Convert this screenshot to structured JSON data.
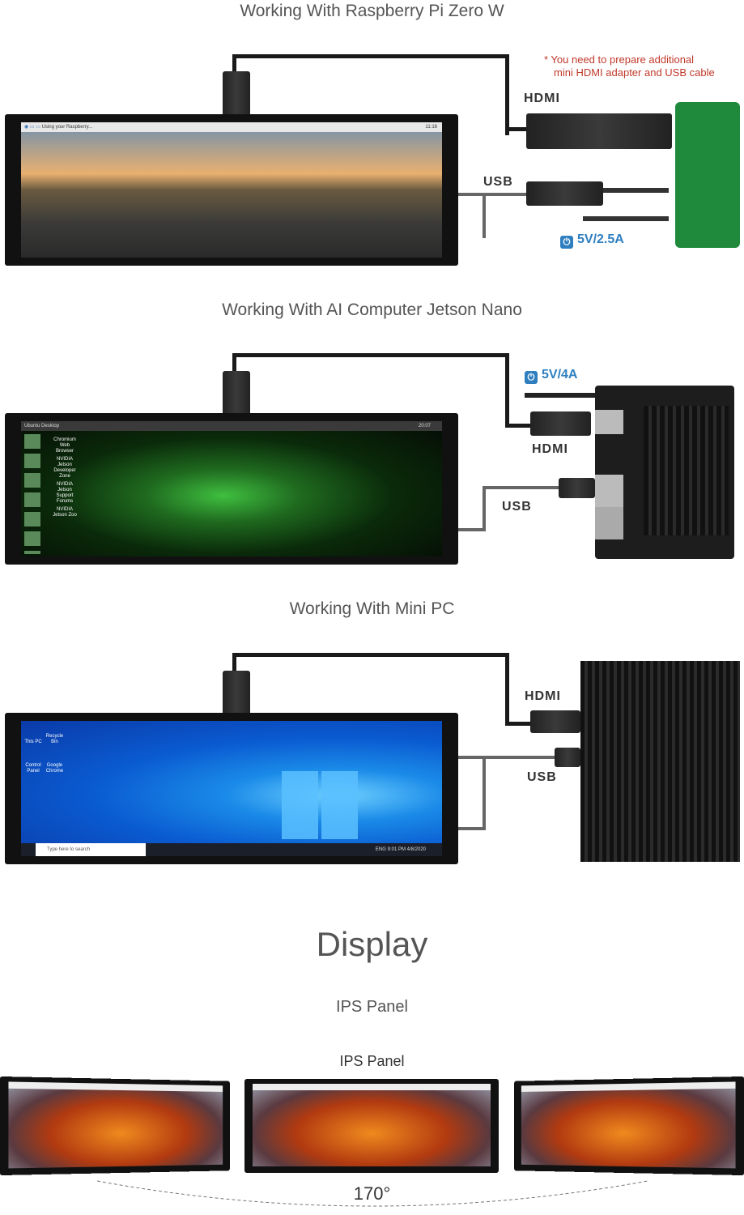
{
  "sections": [
    {
      "title": "Working With Raspberry Pi Zero W",
      "note_line1": "* You need to prepare additional",
      "note_line2": "mini HDMI adapter and USB cable",
      "hdmi": "HDMI",
      "usb": "USB",
      "power": "5V/2.5A",
      "power_icon": "power-icon",
      "screen": {
        "tab": "Using your Raspberry...",
        "time": "11:16"
      }
    },
    {
      "title": "Working With AI Computer Jetson Nano",
      "hdmi": "HDMI",
      "usb": "USB",
      "power": "5V/4A",
      "power_icon": "power-icon",
      "screen": {
        "bar_title": "Ubuntu Desktop",
        "time": "20:07",
        "icons": [
          "Chromium Web Browser",
          "NVIDIA Jetson Developer Zone",
          "NVIDIA Jetson Support Forums",
          "NVIDIA Jetson Zoo"
        ]
      }
    },
    {
      "title": "Working With Mini PC",
      "hdmi": "HDMI",
      "usb": "USB",
      "screen": {
        "search": "Type here to search",
        "lang": "ENG",
        "time": "9:01 PM",
        "date": "4/8/2020",
        "icons": [
          "This PC",
          "Recycle Bin",
          "Control Panel",
          "Google Chrome"
        ]
      }
    }
  ],
  "display": {
    "heading": "Display",
    "subheading": "IPS Panel",
    "panel_label": "IPS Panel",
    "angle": "170°"
  },
  "colors": {
    "note": "#c0392b",
    "power": "#2f7fc0",
    "pcb": "#1f8a3c"
  }
}
